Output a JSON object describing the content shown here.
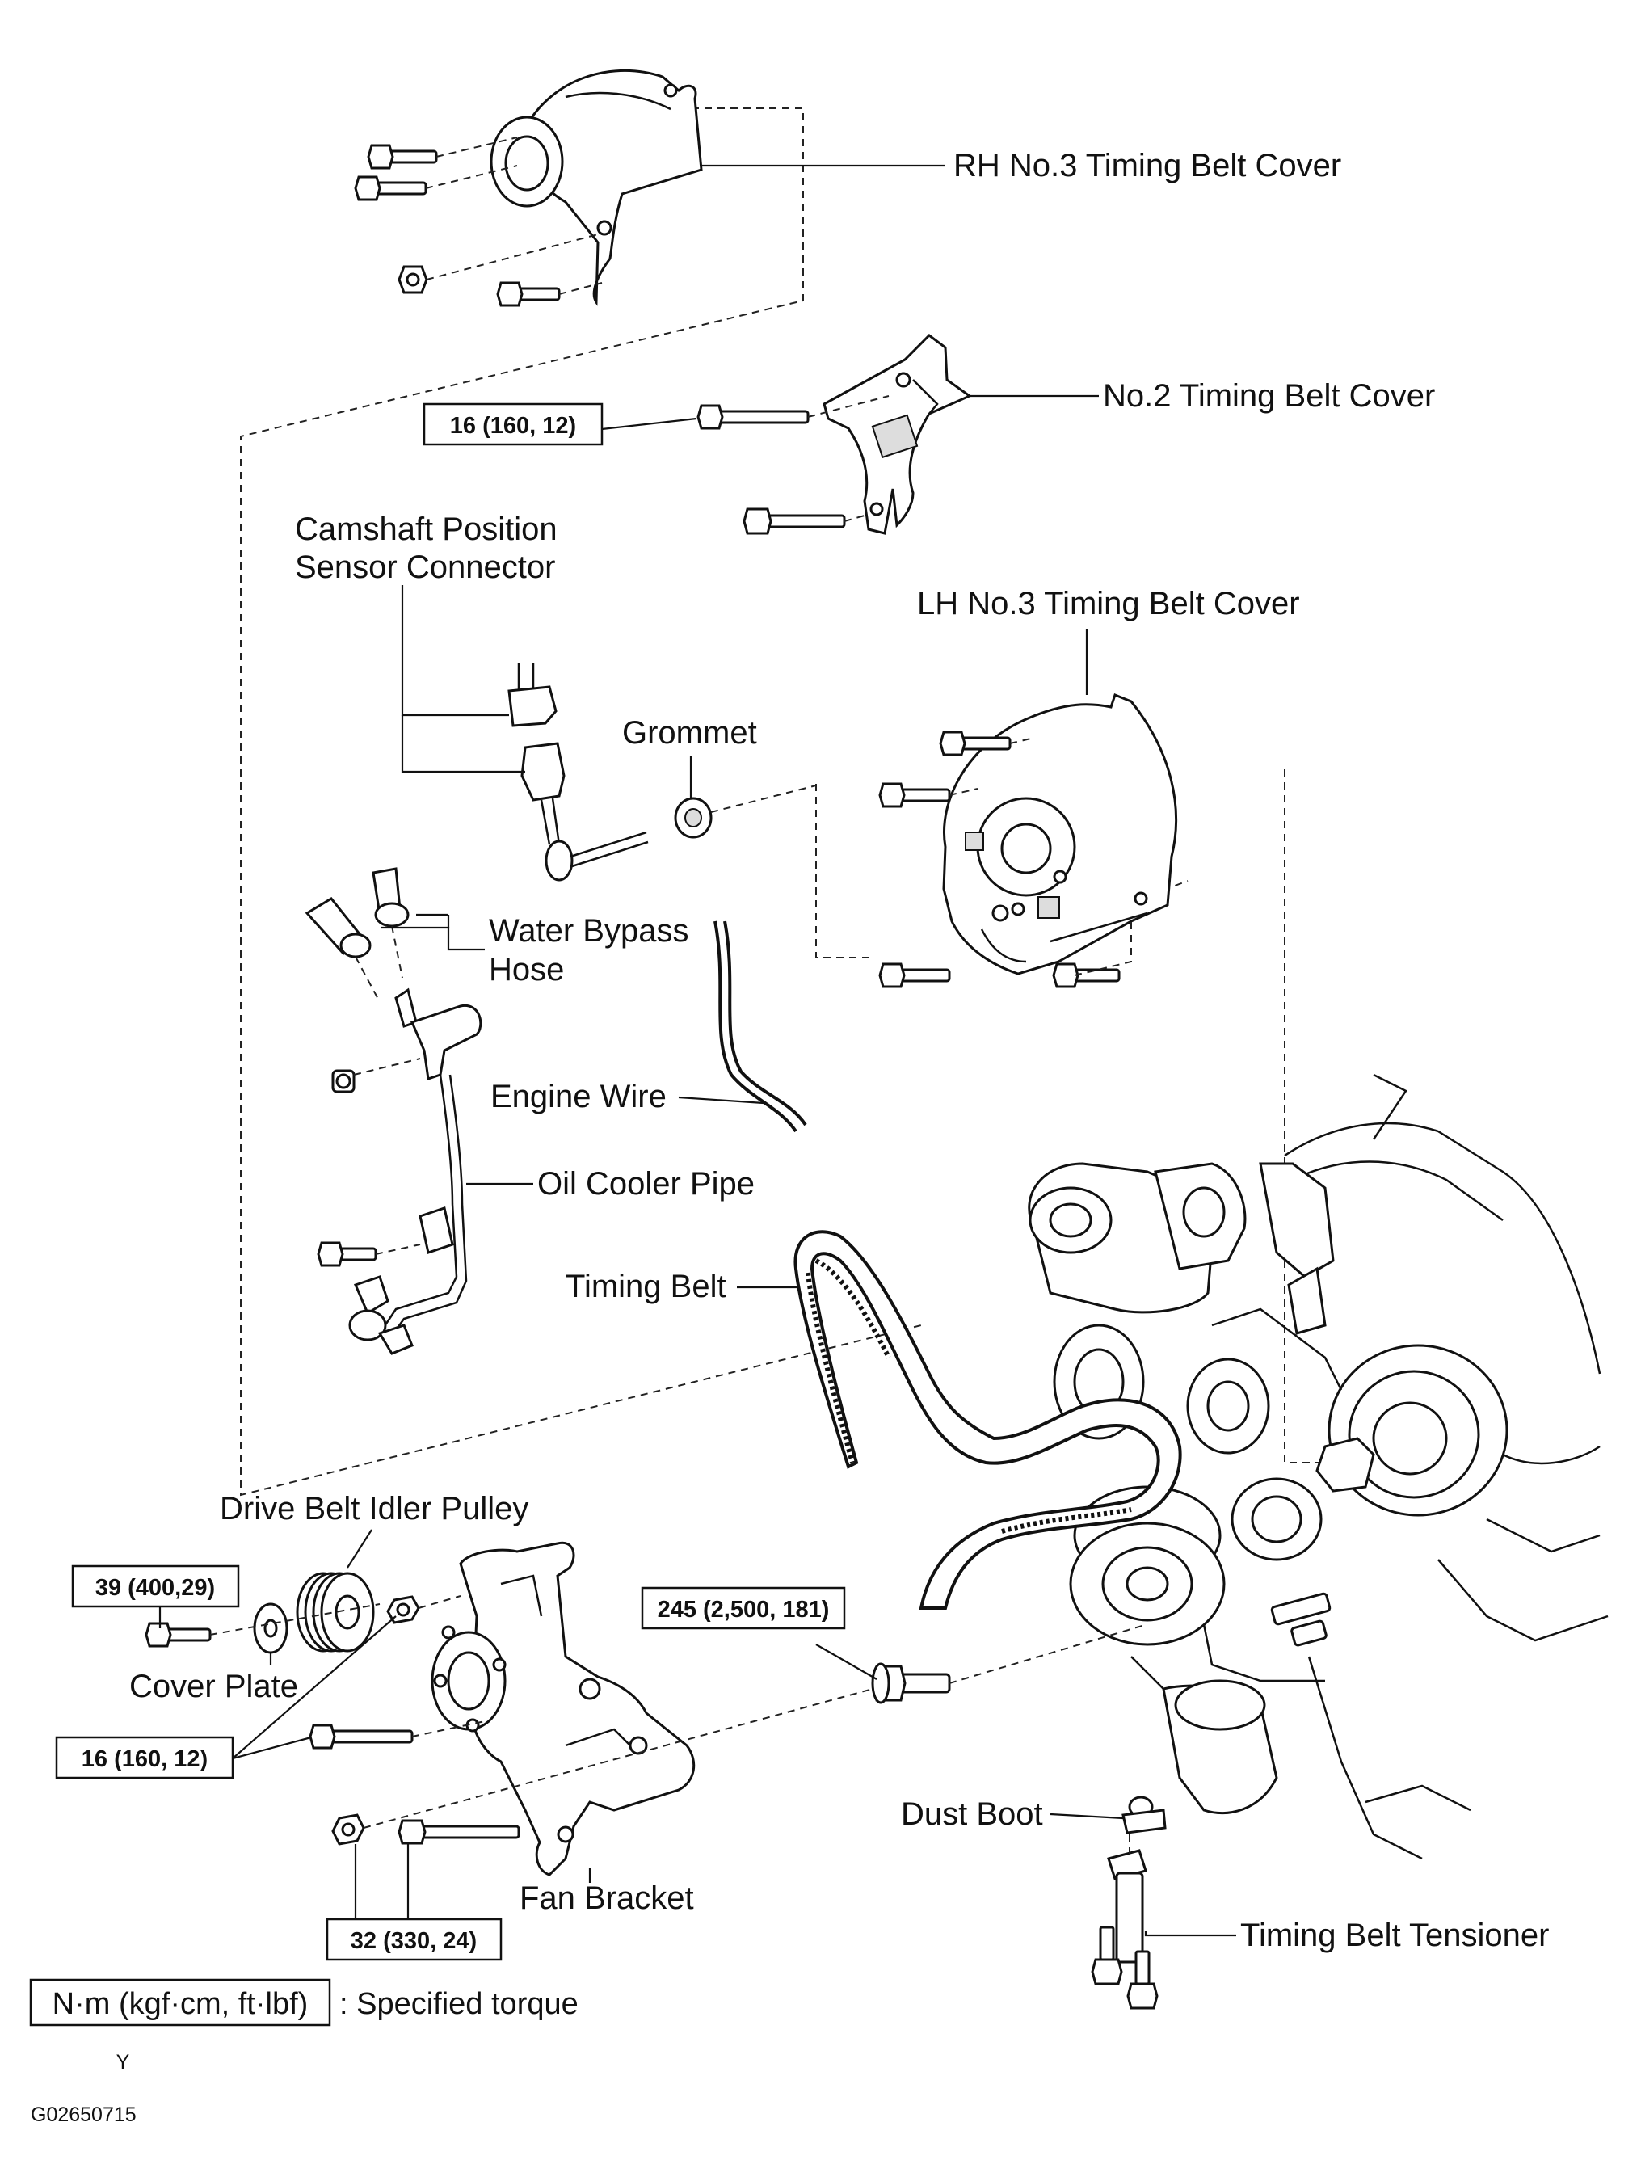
{
  "labels": {
    "rh_no3_cover": "RH No.3 Timing Belt Cover",
    "no2_cover": "No.2 Timing Belt Cover",
    "camshaft_sensor_line1": "Camshaft Position",
    "camshaft_sensor_line2": "Sensor Connector",
    "lh_no3_cover": "LH No.3 Timing Belt Cover",
    "grommet": "Grommet",
    "water_bypass_line1": "Water Bypass",
    "water_bypass_line2": "Hose",
    "engine_wire": "Engine Wire",
    "oil_cooler_pipe": "Oil Cooler Pipe",
    "timing_belt": "Timing Belt",
    "drive_belt_idler": "Drive Belt Idler Pulley",
    "cover_plate": "Cover Plate",
    "fan_bracket": "Fan Bracket",
    "dust_boot": "Dust Boot",
    "timing_belt_tensioner": "Timing Belt Tensioner"
  },
  "torques": {
    "no2_cover_bolt": "16 (160, 12)",
    "idler_bolt": "39 (400,29)",
    "crank_bolt": "245 (2,500, 181)",
    "fan_bracket_bolt": "16 (160, 12)",
    "fan_bracket_lower": "32 (330, 24)"
  },
  "legend": {
    "box_text": "N·m (kgf·cm, ft·lbf)",
    "description": ": Specified torque"
  },
  "footer": {
    "mark": "Y",
    "code": "G02650715"
  }
}
